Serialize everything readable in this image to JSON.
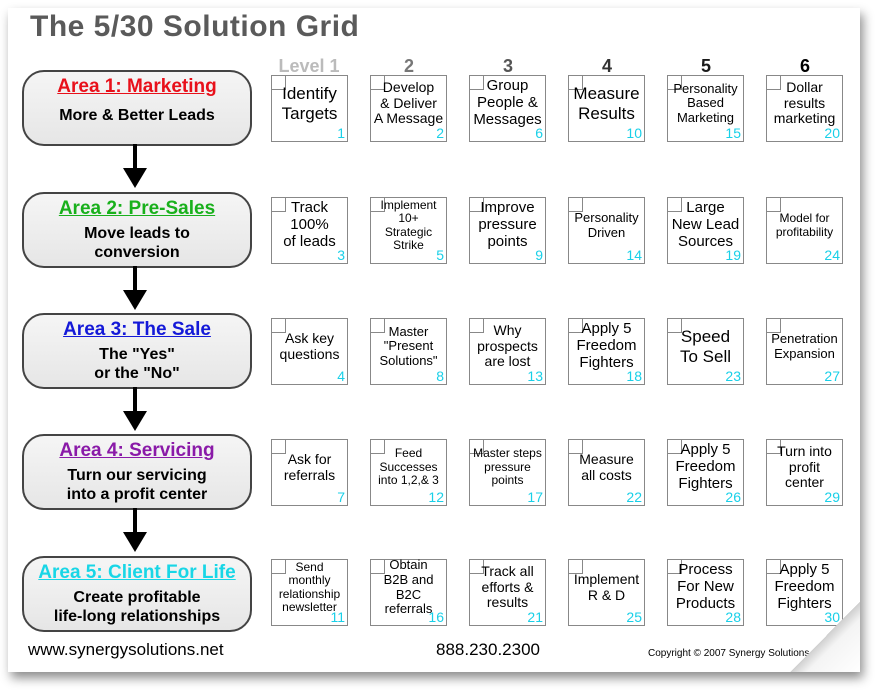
{
  "title": "The 5/30 Solution Grid",
  "colors": {
    "area1": "#e8101a",
    "area2": "#19b01c",
    "area3": "#1419d8",
    "area4": "#8a1aa8",
    "area5": "#18d6e6",
    "cell_number": "#19d0e8",
    "level1_header": "#bbbbbb"
  },
  "columns": [
    "Level 1",
    "2",
    "3",
    "4",
    "5",
    "6"
  ],
  "areas": [
    {
      "name": "Area 1: Marketing",
      "desc": "More & Better Leads"
    },
    {
      "name": "Area 2: Pre-Sales",
      "desc": "Move leads to\nconversion"
    },
    {
      "name": "Area 3: The Sale",
      "desc": "The \"Yes\"\nor the \"No\""
    },
    {
      "name": "Area 4: Servicing",
      "desc": "Turn our servicing\ninto a profit center"
    },
    {
      "name": "Area 5: Client For Life",
      "desc": "Create profitable\nlife-long relationships"
    }
  ],
  "grid": [
    [
      {
        "text": "Identify\nTargets",
        "num": "1"
      },
      {
        "text": "Develop\n& Deliver\nA Message",
        "num": "2"
      },
      {
        "text": "Group\nPeople &\nMessages",
        "num": "6"
      },
      {
        "text": "Measure\nResults",
        "num": "10"
      },
      {
        "text": "Personality\nBased\nMarketing",
        "num": "15"
      },
      {
        "text": "Dollar\nresults\nmarketing",
        "num": "20"
      }
    ],
    [
      {
        "text": "Track\n100%\nof leads",
        "num": "3"
      },
      {
        "text": "Implement\n10+ Strategic\nStrike",
        "num": "5"
      },
      {
        "text": "Improve\npressure\npoints",
        "num": "9"
      },
      {
        "text": "Personality\nDriven",
        "num": "14"
      },
      {
        "text": "Large\nNew Lead\nSources",
        "num": "19"
      },
      {
        "text": "Model for\nprofitability",
        "num": "24"
      }
    ],
    [
      {
        "text": "Ask key\nquestions",
        "num": "4"
      },
      {
        "text": "Master\n\"Present\nSolutions\"",
        "num": "8"
      },
      {
        "text": "Why\nprospects\nare lost",
        "num": "13"
      },
      {
        "text": "Apply 5\nFreedom\nFighters",
        "num": "18"
      },
      {
        "text": "Speed\nTo Sell",
        "num": "23"
      },
      {
        "text": "Penetration\nExpansion",
        "num": "27"
      }
    ],
    [
      {
        "text": "Ask for\nreferrals",
        "num": "7"
      },
      {
        "text": "Feed\nSuccesses\ninto 1,2,& 3",
        "num": "12"
      },
      {
        "text": "Master steps\npressure\npoints",
        "num": "17"
      },
      {
        "text": "Measure\nall costs",
        "num": "22"
      },
      {
        "text": "Apply 5\nFreedom\nFighters",
        "num": "26"
      },
      {
        "text": "Turn into\nprofit\ncenter",
        "num": "29"
      }
    ],
    [
      {
        "text": "Send monthly\nrelationship\nnewsletter",
        "num": "11"
      },
      {
        "text": "Obtain\nB2B and B2C\nreferrals",
        "num": "16"
      },
      {
        "text": "Track all\nefforts &\nresults",
        "num": "21"
      },
      {
        "text": "Implement\nR & D",
        "num": "25"
      },
      {
        "text": "Process\nFor New\nProducts",
        "num": "28"
      },
      {
        "text": "Apply 5\nFreedom\nFighters",
        "num": "30"
      }
    ]
  ],
  "footer": {
    "website": "www.synergysolutions.net",
    "phone": "888.230.2300",
    "copyright": "Copyright © 2007 Synergy Solutions"
  }
}
